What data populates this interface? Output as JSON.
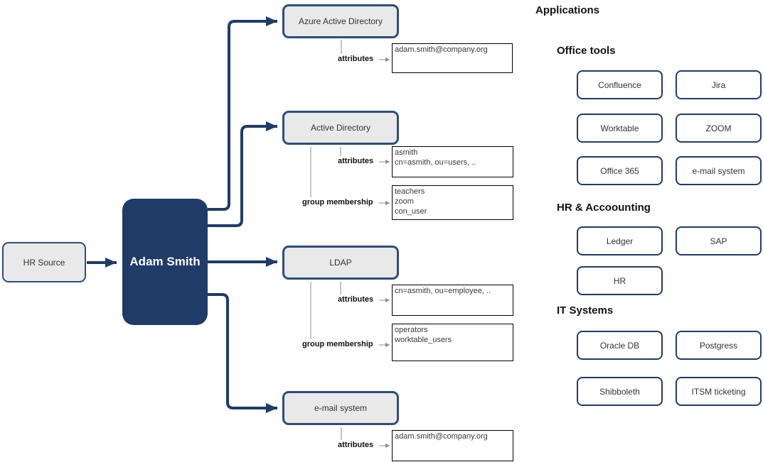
{
  "colors": {
    "navy": "#1f3b68",
    "node_border": "#2e4d7b",
    "node_fill": "#e9e9e9",
    "connector_gray": "#8c8c8c",
    "attr_box_border": "#000000",
    "background": "#ffffff"
  },
  "diagram": {
    "source": {
      "label": "HR Source"
    },
    "identity": {
      "label": "Adam Smith"
    },
    "systems": [
      {
        "label": "Azure Active Directory",
        "connections": [
          {
            "label": "attributes",
            "lines": [
              "adam.smith@company.org"
            ]
          }
        ]
      },
      {
        "label": "Active Directory",
        "connections": [
          {
            "label": "attributes",
            "lines": [
              "asmith",
              "cn=asmith, ou=users, .."
            ]
          },
          {
            "label": "group membership",
            "lines": [
              "teachers",
              "zoom",
              "con_user"
            ]
          }
        ]
      },
      {
        "label": "LDAP",
        "connections": [
          {
            "label": "attributes",
            "lines": [
              "cn=asmith, ou=employee, .."
            ]
          },
          {
            "label": "group membership",
            "lines": [
              "operators",
              "worktable_users"
            ]
          }
        ]
      },
      {
        "label": "e-mail system",
        "connections": [
          {
            "label": "attributes",
            "lines": [
              "adam.smith@company.org"
            ]
          }
        ]
      }
    ]
  },
  "applications": {
    "title": "Applications",
    "groups": [
      {
        "title": "Office tools",
        "apps": [
          "Confluence",
          "Jira",
          "Worktable",
          "ZOOM",
          "Office 365",
          "e-mail system"
        ]
      },
      {
        "title": "HR & Accoounting",
        "apps": [
          "Ledger",
          "SAP",
          "HR"
        ]
      },
      {
        "title": "IT Systems",
        "apps": [
          "Oracle DB",
          "Postgress",
          "Shibboleth",
          "ITSM ticketing"
        ]
      }
    ]
  }
}
